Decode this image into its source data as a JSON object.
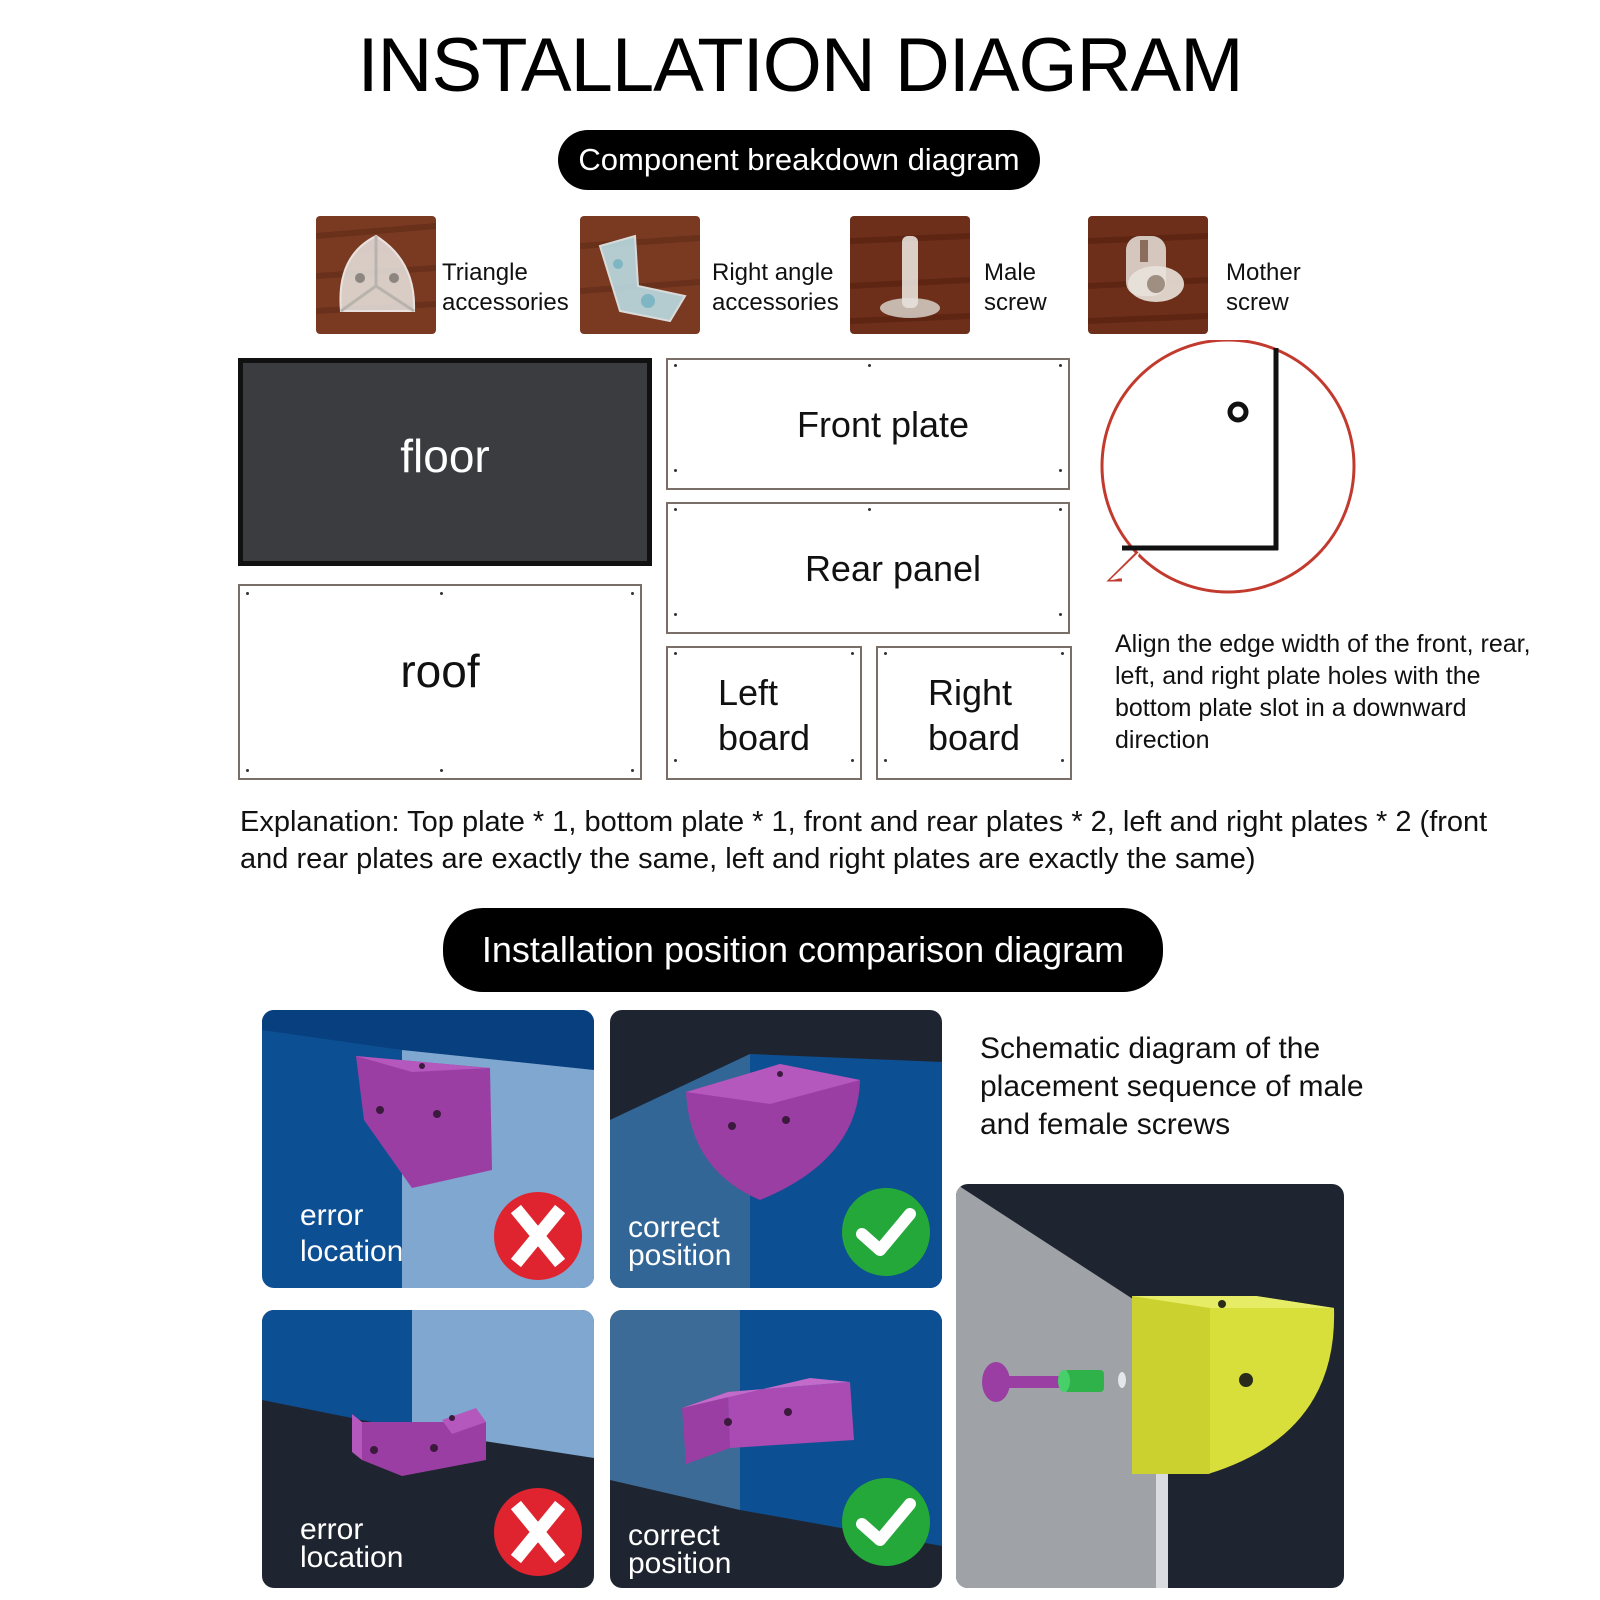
{
  "title": "INSTALLATION DIAGRAM",
  "section1_title": "Component breakdown diagram",
  "accessories": [
    {
      "label_line1": "Triangle",
      "label_line2": "accessories",
      "icon": "triangle-accessory-photo"
    },
    {
      "label_line1": "Right angle",
      "label_line2": "accessories",
      "icon": "right-angle-accessory-photo"
    },
    {
      "label_line1": "Male",
      "label_line2": "screw",
      "icon": "male-screw-photo"
    },
    {
      "label_line1": "Mother",
      "label_line2": "screw",
      "icon": "mother-screw-photo"
    }
  ],
  "plates": {
    "floor": "floor",
    "roof": "roof",
    "front": "Front plate",
    "rear": "Rear panel",
    "left_line1": "Left",
    "left_line2": "board",
    "right_line1": "Right",
    "right_line2": "board"
  },
  "align_note": "Align the edge width of the front, rear, left, and right plate holes with the bottom plate slot in a downward direction",
  "explanation": "Explanation: Top plate * 1, bottom plate * 1, front and rear plates * 2, left and right plates * 2 (front and rear plates are exactly the same, left and right plates are exactly the same)",
  "section2_title": "Installation position comparison diagram",
  "comparisons": [
    {
      "line1": "error",
      "line2": "location",
      "status": "error"
    },
    {
      "line1": "correct",
      "line2": "position",
      "status": "correct"
    },
    {
      "line1": "error",
      "line2": "location",
      "status": "error"
    },
    {
      "line1": "correct",
      "line2": "position",
      "status": "correct"
    }
  ],
  "schematic_note": "Schematic diagram of the placement sequence of male and female screws",
  "colors": {
    "error_red": "#e0242f",
    "correct_green": "#25a83a",
    "accessory_purple": "#9b3ea4",
    "accessory_yellow": "#d8de3a",
    "panel_blue": "#0d4f93",
    "panel_dark": "#1f2530"
  }
}
